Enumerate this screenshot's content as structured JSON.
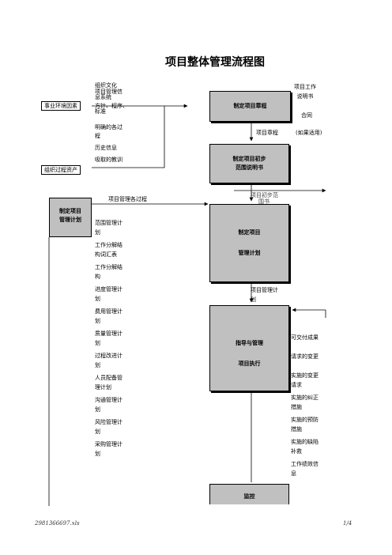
{
  "title": "项目整体管理流程图",
  "left_inputs": {
    "enterprise_env": "事业环境因素",
    "org_assets": "组织过程资产",
    "list": [
      "组织文化",
      "项目管理信",
      "息系统",
      "方针、程序、",
      "标准",
      "明确的各过",
      "程",
      "历史信息",
      "吸取的教训"
    ]
  },
  "right_inputs": {
    "sow": [
      "项目工作",
      "说明书"
    ],
    "contract": "合同",
    "if_applicable": "(如果适用)"
  },
  "process_boxes": {
    "charter": "制定项目章程",
    "scope": [
      "制定项目初步",
      "范围说明书"
    ],
    "plan": [
      "制定项目",
      "管理计划"
    ],
    "execute": [
      "指导与管理",
      "项目执行"
    ],
    "monitor": "监控",
    "plan_left": [
      "制定项目",
      "管理计划"
    ]
  },
  "labels": {
    "charter_out": "项目章程",
    "scope_out": [
      "项目初步范",
      "围书"
    ],
    "plan_out": [
      "项目管理计",
      "划"
    ],
    "subprocess": "项目管理各过程"
  },
  "subplans": [
    "范围管理计",
    "划",
    "工作分解结",
    "构词汇表",
    "工作分解结",
    "构",
    "进度管理计",
    "划",
    "费用管理计",
    "划",
    "质量管理计",
    "划",
    "过程改进计",
    "划",
    "人员配备管",
    "理计划",
    "沟通管理计",
    "划",
    "风险管理计",
    "划",
    "采购管理计",
    "划"
  ],
  "exec_outputs": [
    "可交付成果",
    "请求的变更",
    "实施的变更",
    "请求",
    "实施的纠正",
    "措施",
    "实施的预防",
    "措施",
    "实施的缺陷",
    "补救",
    "工作绩效信",
    "息"
  ],
  "footer": {
    "file": "2981366697.xls",
    "page": "1/4"
  }
}
